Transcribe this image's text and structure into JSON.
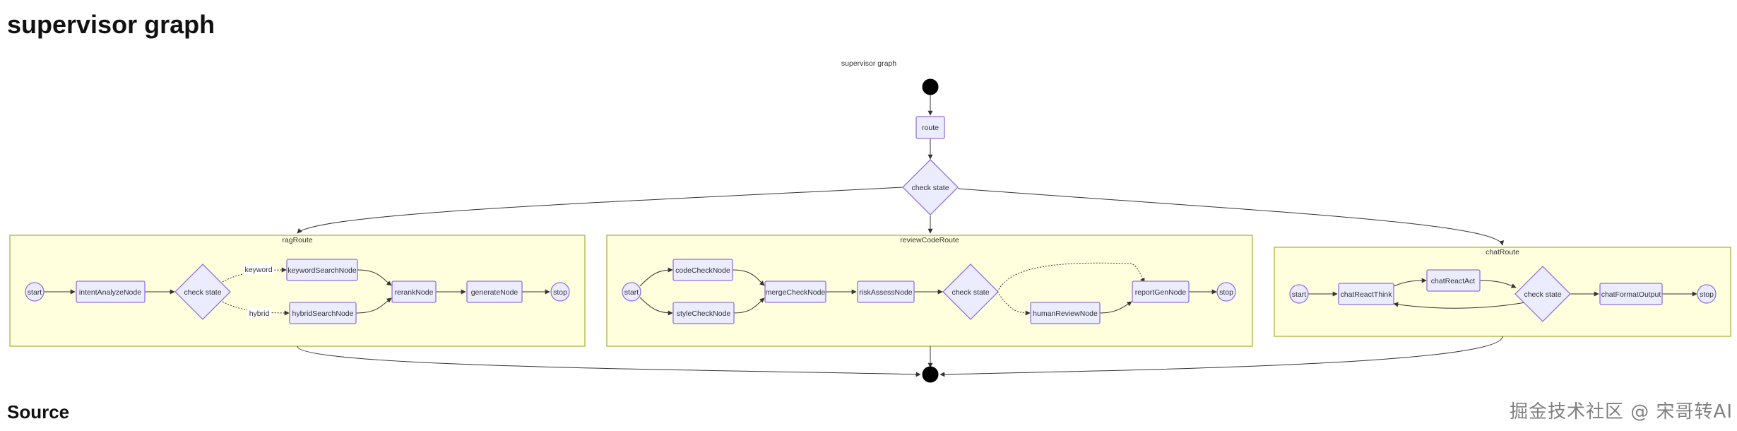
{
  "page": {
    "title": "supervisor graph",
    "section_title": "Source",
    "watermark": "掘金技术社区 @ 宋哥转AI"
  },
  "diagram": {
    "caption": "supervisor graph",
    "route_node": "route",
    "check_state": "check state",
    "clusters": {
      "rag": {
        "label": "ragRoute",
        "start": "start",
        "intent": "intentAnalyzeNode",
        "check": "check state",
        "keyword_label": "keyword",
        "hybrid_label": "hybrid",
        "keyword_node": "keywordSearchNode",
        "hybrid_node": "hybridSearchNode",
        "rerank": "rerankNode",
        "generate": "generateNode",
        "stop": "stop"
      },
      "review": {
        "label": "reviewCodeRoute",
        "start": "start",
        "code_check": "codeCheckNode",
        "style_check": "styleCheckNode",
        "merge": "mergeCheckNode",
        "risk": "riskAssessNode",
        "check": "check state",
        "human": "humanReviewNode",
        "report": "reportGenNode",
        "stop": "stop"
      },
      "chat": {
        "label": "chatRoute",
        "start": "start",
        "think": "chatReactThink",
        "act": "chatReactAct",
        "check": "check state",
        "format": "chatFormatOutput",
        "stop": "stop"
      }
    }
  },
  "colors": {
    "node_fill": "#ECECFF",
    "node_stroke": "#9370DB",
    "cluster_fill": "#FFFFDE",
    "cluster_stroke": "#AAAA33",
    "edge": "#333333"
  }
}
